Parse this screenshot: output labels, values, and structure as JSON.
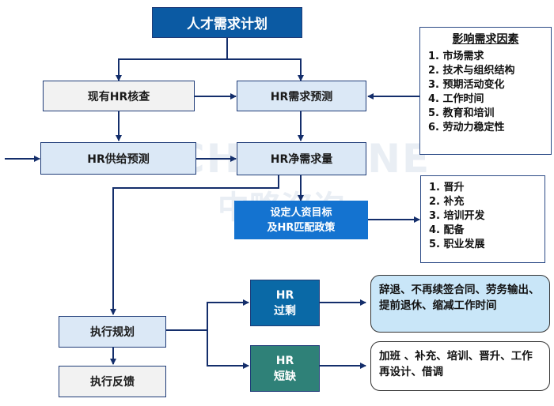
{
  "title": "人才需求计划",
  "watermark": {
    "brand": "CHINALINE",
    "cn": "中略咨询"
  },
  "nodes": {
    "existing_hr_check": "现有HR核查",
    "hr_demand_forecast": "HR需求预测",
    "hr_supply_forecast": "HR供给预测",
    "hr_net_demand": "HR净需求量",
    "set_goals_line1": "设定人资目标",
    "set_goals_line2": "及HR匹配政策",
    "execute_plan": "执行规划",
    "execute_feedback": "执行反馈",
    "surplus_line1": "HR",
    "surplus_line2": "过剩",
    "shortage_line1": "HR",
    "shortage_line2": "短缺"
  },
  "factors": {
    "heading": "影响需求因素",
    "items": [
      "1. 市场需求",
      "2. 技术与组织结构",
      "3. 预期活动变化",
      "4. 工作时间",
      "5. 教育和培训",
      "6. 劳动力稳定性"
    ]
  },
  "policies": {
    "items": [
      "1. 晋升",
      "2. 补充",
      "3. 培训开发",
      "4. 配备",
      "5. 职业发展"
    ]
  },
  "surplus_actions": "辞退、不再续签合同、劳务输出、 提前退休、缩减工作时间",
  "shortage_actions": "加班 、补充、培训、晋升、工作再设计、借调"
}
